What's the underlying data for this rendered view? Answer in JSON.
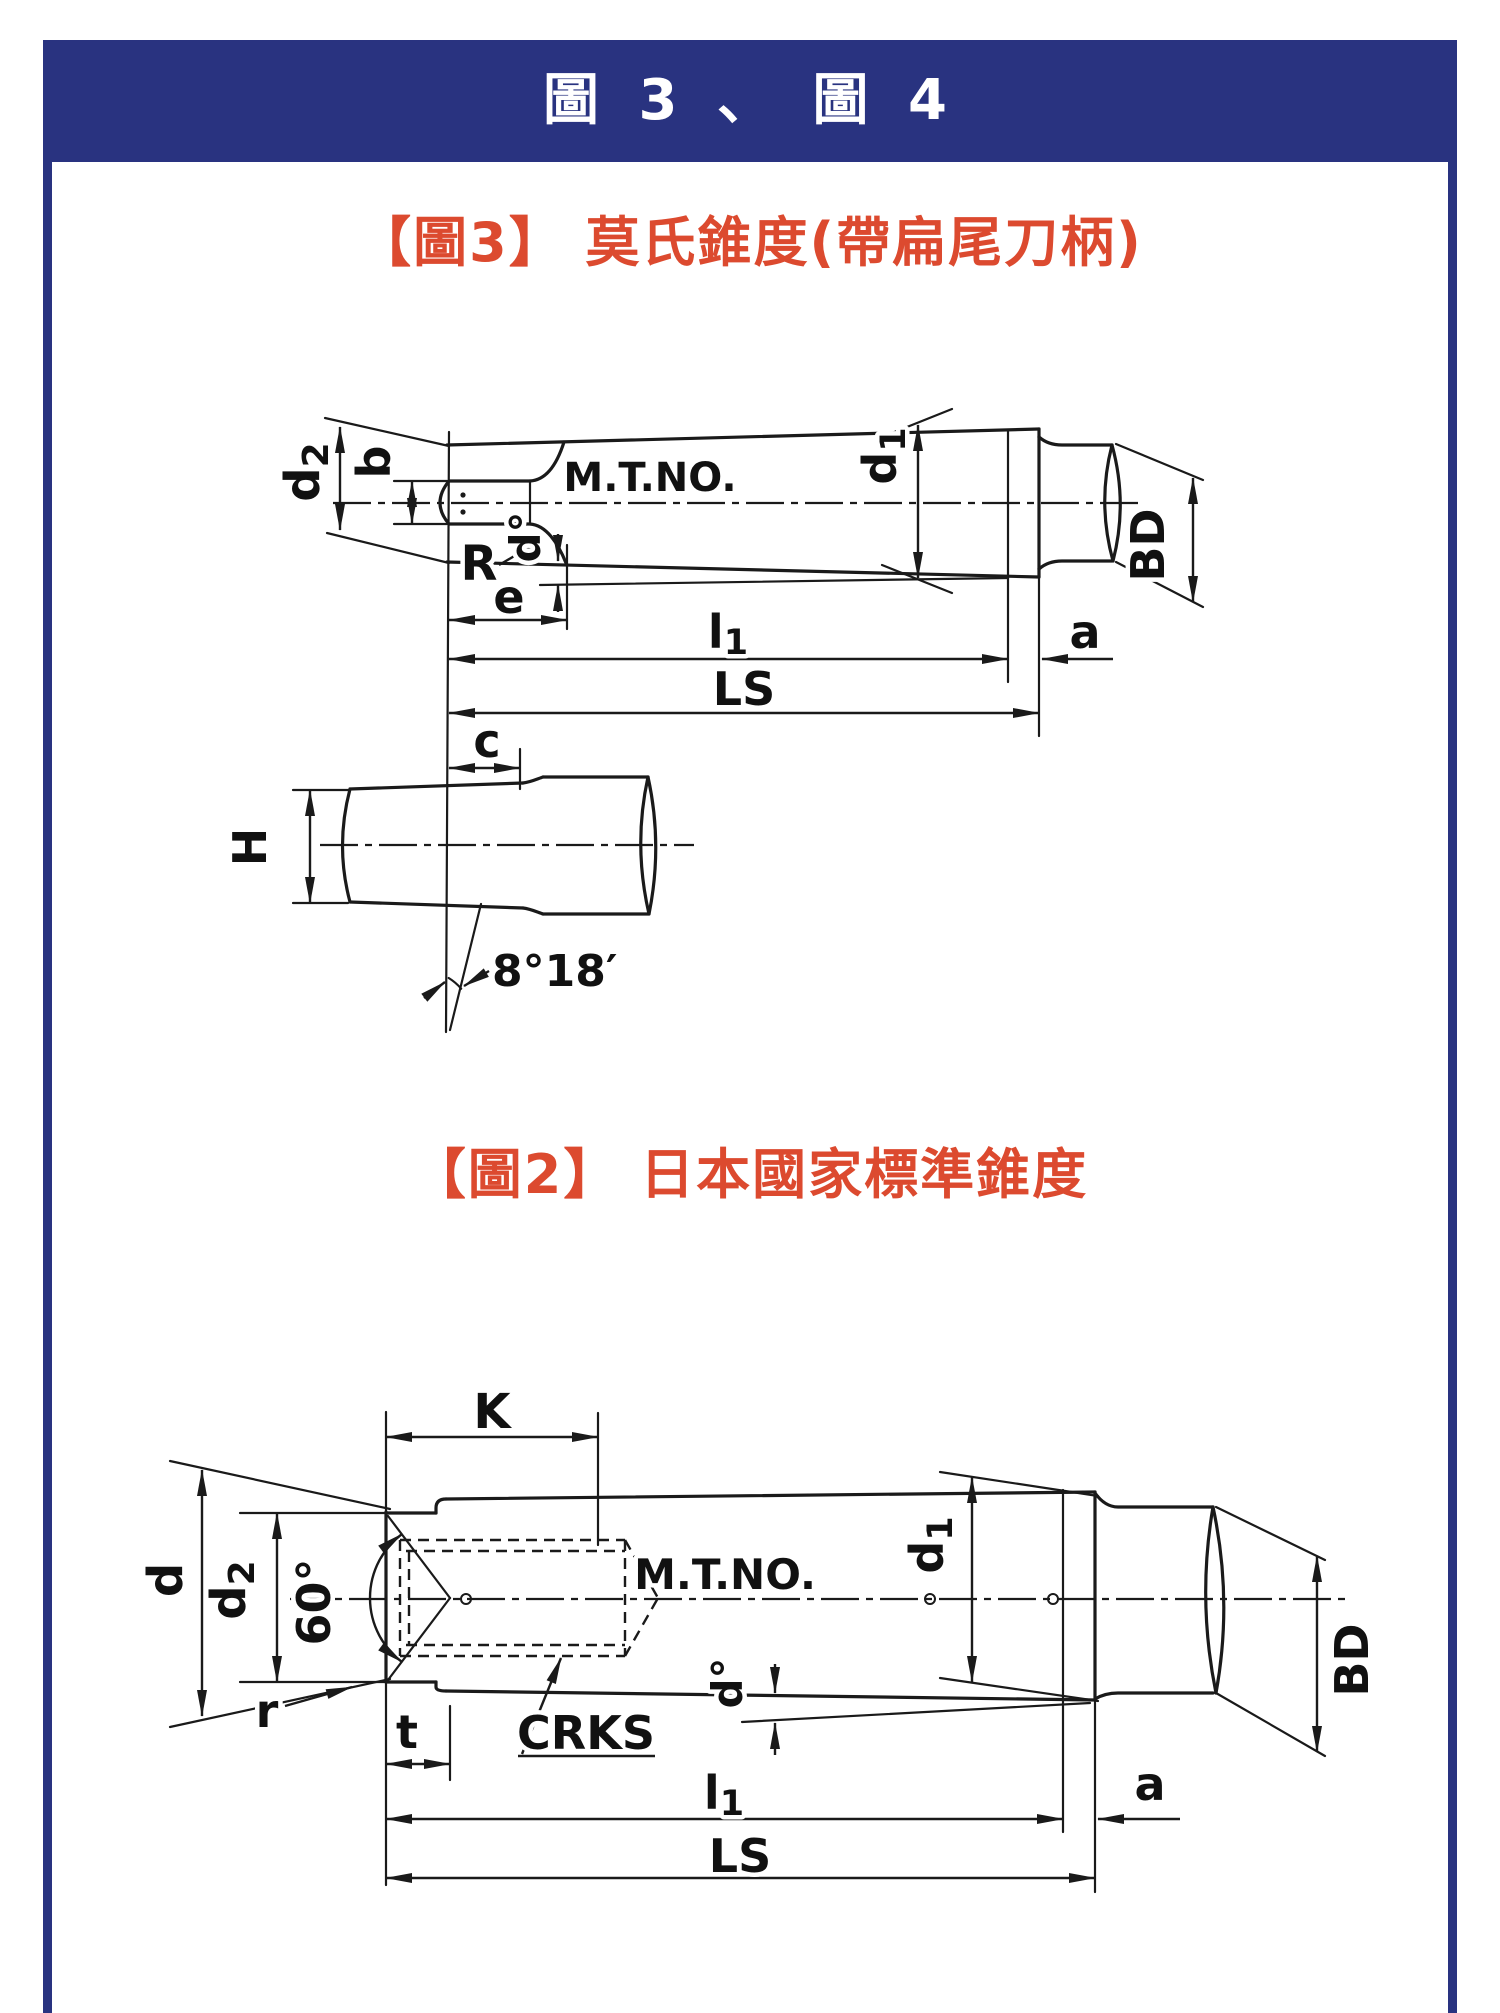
{
  "colors": {
    "navy": "#293380",
    "red": "#DC4A2F",
    "line": "#1a1a1a",
    "background": "#ffffff"
  },
  "header": {
    "title": "圖 3 、 圖 4"
  },
  "fig3": {
    "title": "【圖3】 莫氏錐度(帶扁尾刀柄)",
    "labels": {
      "d2": {
        "base": "d",
        "sub": "2"
      },
      "b": "b",
      "R": "R",
      "e": "e",
      "mtno": "M.T.NO.",
      "d_deg": "d°",
      "d1": {
        "base": "d",
        "sub": "1"
      },
      "BD": "BD",
      "a": "a",
      "l1": {
        "base": "l",
        "sub": "1"
      },
      "LS": "LS",
      "c": "c",
      "H": "H",
      "tang_angle": "8°18′"
    }
  },
  "fig2": {
    "title": "【圖2】 日本國家標準錐度",
    "labels": {
      "K": "K",
      "d": "d",
      "d2": {
        "base": "d",
        "sub": "2"
      },
      "angle60": "60°",
      "r": "r",
      "t": "t",
      "CRKS": "CRKS",
      "mtno": "M.T.NO.",
      "d1": {
        "base": "d",
        "sub": "1"
      },
      "d_deg": "d°",
      "BD": "BD",
      "l1": {
        "base": "l",
        "sub": "1"
      },
      "LS": "LS",
      "a": "a"
    }
  }
}
